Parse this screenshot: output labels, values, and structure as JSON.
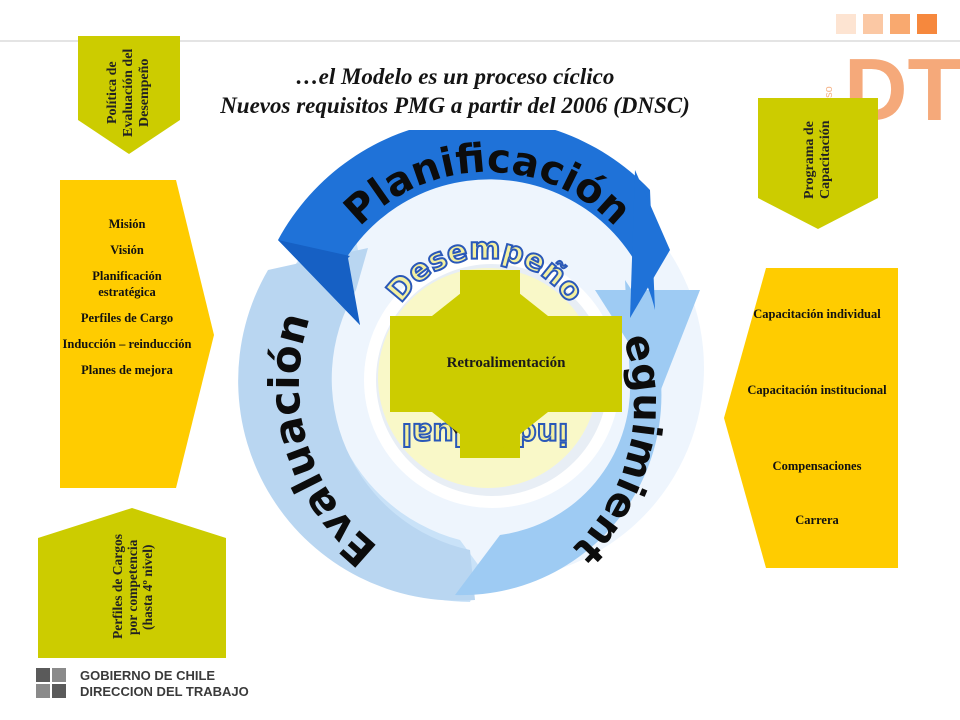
{
  "title": {
    "line1": "…el Modelo es un proceso cíclico",
    "line2": "Nuevos requisitos PMG a  partir del 2006 (DNSC)"
  },
  "top_left_tag": "Política de Evaluación del Desempeño",
  "top_right_tag": "Programa de Capacitación",
  "bottom_left_tag": "Perfiles de Cargos por competencia (hasta 4º nivel)",
  "left_list": [
    "Misión",
    "Visión",
    "Planificación estratégica",
    "Perfiles de Cargo",
    "Inducción – reinducción",
    "Planes de mejora"
  ],
  "right_list": [
    "Capacitación individual",
    "Capacitación institucional",
    "Compensaciones",
    "Carrera"
  ],
  "cycle": {
    "planificacion": "Planificación",
    "seguimiento": "Seguimiento",
    "evaluacion": "Evaluación",
    "center_top": "Desempeño",
    "center_bottom": "individual",
    "retro": "Retroalimentación"
  },
  "brand_logo": "DT",
  "footer": {
    "line1": "GOBIERNO DE CHILE",
    "line2": "DIRECCION DEL TRABAJO"
  },
  "colors": {
    "tag_green": "#cccc00",
    "tag_yellow": "#ffcc00",
    "blue_dark": "#1f6fd6",
    "blue_light": "#a9d0f5",
    "blue_pale": "#d8ebfa",
    "retro_green": "#cccc00",
    "accent_orange": "#f47a20"
  }
}
